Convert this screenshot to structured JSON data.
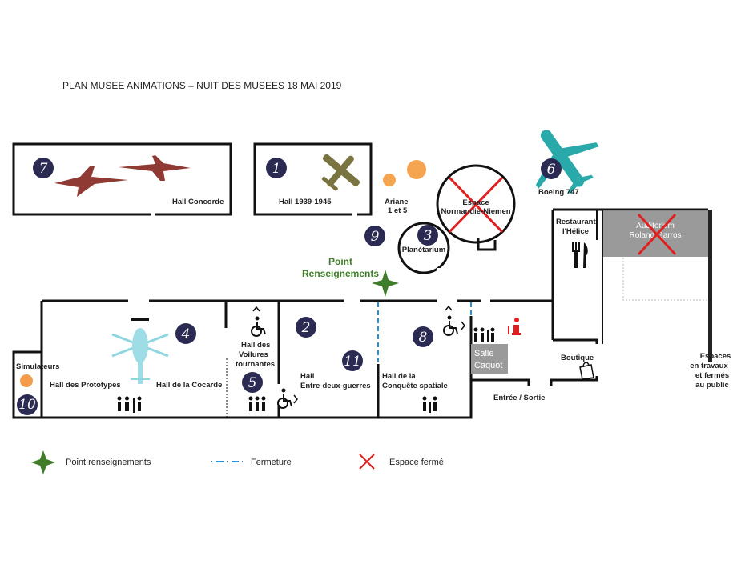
{
  "title": "PLAN MUSEE ANIMATIONS – NUIT DES MUSEES 18 MAI 2019",
  "halls": {
    "concorde": "Hall Concorde",
    "h1939": "Hall 1939-1945",
    "prototypes": "Hall des Prototypes",
    "cocarde": "Hall de la Cocarde",
    "voilures_1": "Hall des",
    "voilures_2": "Voilures",
    "voilures_3": "tournantes",
    "entre_1": "Hall",
    "entre_2": "Entre-deux-guerres",
    "conquete_1": "Hall de la",
    "conquete_2": "Conquête spatiale",
    "simulateurs": "Simulateurs",
    "ariane_1": "Ariane",
    "ariane_2": "1 et 5",
    "normandie_1": "Espace",
    "normandie_2": "Normandie-Niemen",
    "planetarium": "Planétarium",
    "boeing": "Boeing 747",
    "restaurant_1": "Restaurant",
    "restaurant_2": "l'Hélice",
    "auditorium_1": "Auditorium",
    "auditorium_2": "Roland Garros",
    "salle_1": "Salle",
    "salle_2": "Caquot",
    "boutique": "Boutique",
    "entree": "Entrée / Sortie",
    "travaux_1": "Espaces",
    "travaux_2": "en travaux",
    "travaux_3": "et fermés",
    "travaux_4": "au public",
    "point_1": "Point",
    "point_2": "Renseignements"
  },
  "markers": [
    "1",
    "2",
    "3",
    "4",
    "5",
    "6",
    "7",
    "8",
    "9",
    "10",
    "11"
  ],
  "legend": {
    "point": "Point renseignements",
    "fermeture": "Fermeture",
    "ferme": "Espace fermé"
  },
  "icons": [
    "restroom-icon",
    "wheelchair-icon",
    "info-icon",
    "cutlery-icon",
    "shopping-bag-icon",
    "star-icon",
    "cross-icon",
    "plane-icon",
    "helicopter-icon",
    "concorde-icon"
  ],
  "colors": {
    "wall": "#111111",
    "marker": "#2b2a52",
    "green": "#3f7d2a",
    "red": "#e02020",
    "orange": "#f39c4a",
    "teal": "#2aa9aa",
    "olive": "#7a7540",
    "brown": "#8f3a33",
    "grey": "#9a9a9a"
  }
}
